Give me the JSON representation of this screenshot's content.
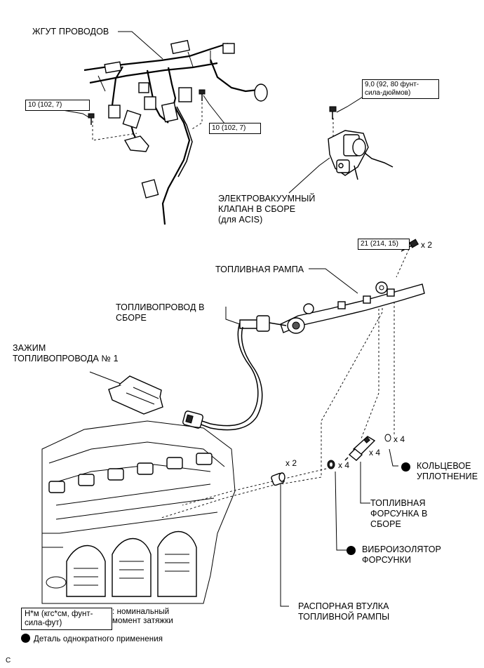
{
  "labels": {
    "wire_harness": "ЖГУТ ПРОВОДОВ",
    "vsv_assy": "ЭЛЕКТРОВАКУУМНЫЙ\nКЛАПАН В СБОРЕ\n(для ACIS)",
    "fuel_rail": "ТОПЛИВНАЯ РАМПА",
    "fuel_pipe": "ТОПЛИВОПРОВОД В\nСБОРЕ",
    "pipe_clamp": "ЗАЖИМ\nТОПЛИВОПРОВОДА № 1",
    "o_ring": "КОЛЬЦЕВОЕ\nУПЛОТНЕНИЕ",
    "injector_assy": "ТОПЛИВНАЯ\nФОРСУНКА В\nСБОРЕ",
    "insulator": "ВИБРОИЗОЛЯТОР\nФОРСУНКИ",
    "spacer": "РАСПОРНАЯ ВТУЛКА\nТОПЛИВНОЙ РАМПЫ"
  },
  "torques": {
    "harness_left": "10 (102, 7)",
    "harness_right": "10 (102, 7)",
    "vsv": "9,0 (92, 80 фунт-\nсила-дюймов)",
    "rail": "21 (214, 15)"
  },
  "quantities": {
    "rail_bolts": "x 2",
    "o_rings": "x 4",
    "injectors": "x 4",
    "insulators": "x 4",
    "spacers": "x 2"
  },
  "legend": {
    "unit_box": "Н*м (кгс*см, фунт-\nсила-фут)",
    "unit_desc": ": номинальный\nмомент затяжки",
    "single_use": "Деталь однократного применения"
  },
  "corner_code": "C"
}
